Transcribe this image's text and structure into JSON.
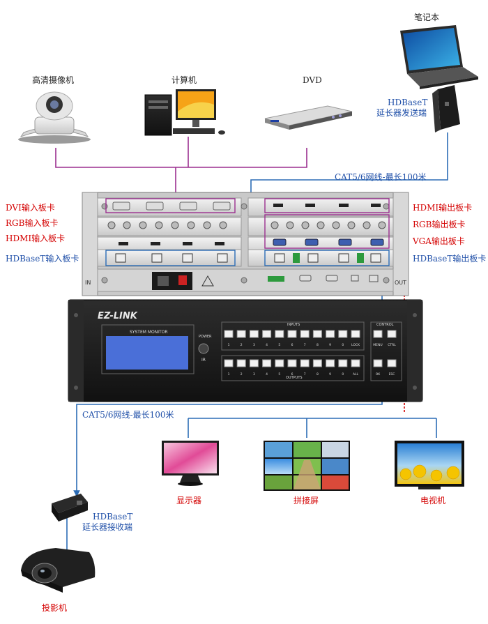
{
  "devices": {
    "hd_camera": "高清摄像机",
    "computer": "计算机",
    "dvd": "DVD",
    "laptop": "笔记本",
    "hdbaset_sender_line1": "HDBaseT",
    "hdbaset_sender_line2": "延长器发送端",
    "monitor": "显示器",
    "video_wall": "拼接屏",
    "tv": "电视机",
    "hdbaset_receiver_line1": "HDBaseT",
    "hdbaset_receiver_line2": "延长器接收端",
    "projector": "投影机"
  },
  "cables": {
    "cat_top": "CAT5/6网线-最长100米",
    "cat_bottom": "CAT5/6网线-最长100米"
  },
  "input_cards": {
    "dvi": "DVI输入板卡",
    "rgb": "RGB输入板卡",
    "hdmi": "HDMI输入板卡",
    "hdbaset": "HDBaseT输入板卡"
  },
  "output_cards": {
    "hdmi": "HDMI输出板卡",
    "rgb": "RGB输出板卡",
    "vga": "VGA输出板卡",
    "hdbaset": "HDBaseT输出板卡"
  },
  "chassis": {
    "brand": "EZ-LINK",
    "system_monitor": "SYSTEM MONITOR",
    "power": "POWER",
    "ir": "IR",
    "inputs": "INPUTS",
    "outputs": "OUTPUTS",
    "control": "CONTROL",
    "input_keys": [
      "1",
      "2",
      "3",
      "4",
      "5",
      "6",
      "7",
      "8",
      "9",
      "0",
      "LOCK"
    ],
    "output_keys": [
      "1",
      "2",
      "3",
      "4",
      "5",
      "6",
      "7",
      "8",
      "9",
      "0",
      "ALL"
    ],
    "control_keys_top": [
      "MENU",
      "CTRL"
    ],
    "control_keys_bottom": [
      "OK",
      "ESC"
    ],
    "rear_in": "IN",
    "rear_out": "OUT"
  },
  "colors": {
    "purple_line": "#9b2f8f",
    "blue_line": "#2b6cb6",
    "label_red": "#d40000",
    "label_blue": "#1f4fa8"
  }
}
